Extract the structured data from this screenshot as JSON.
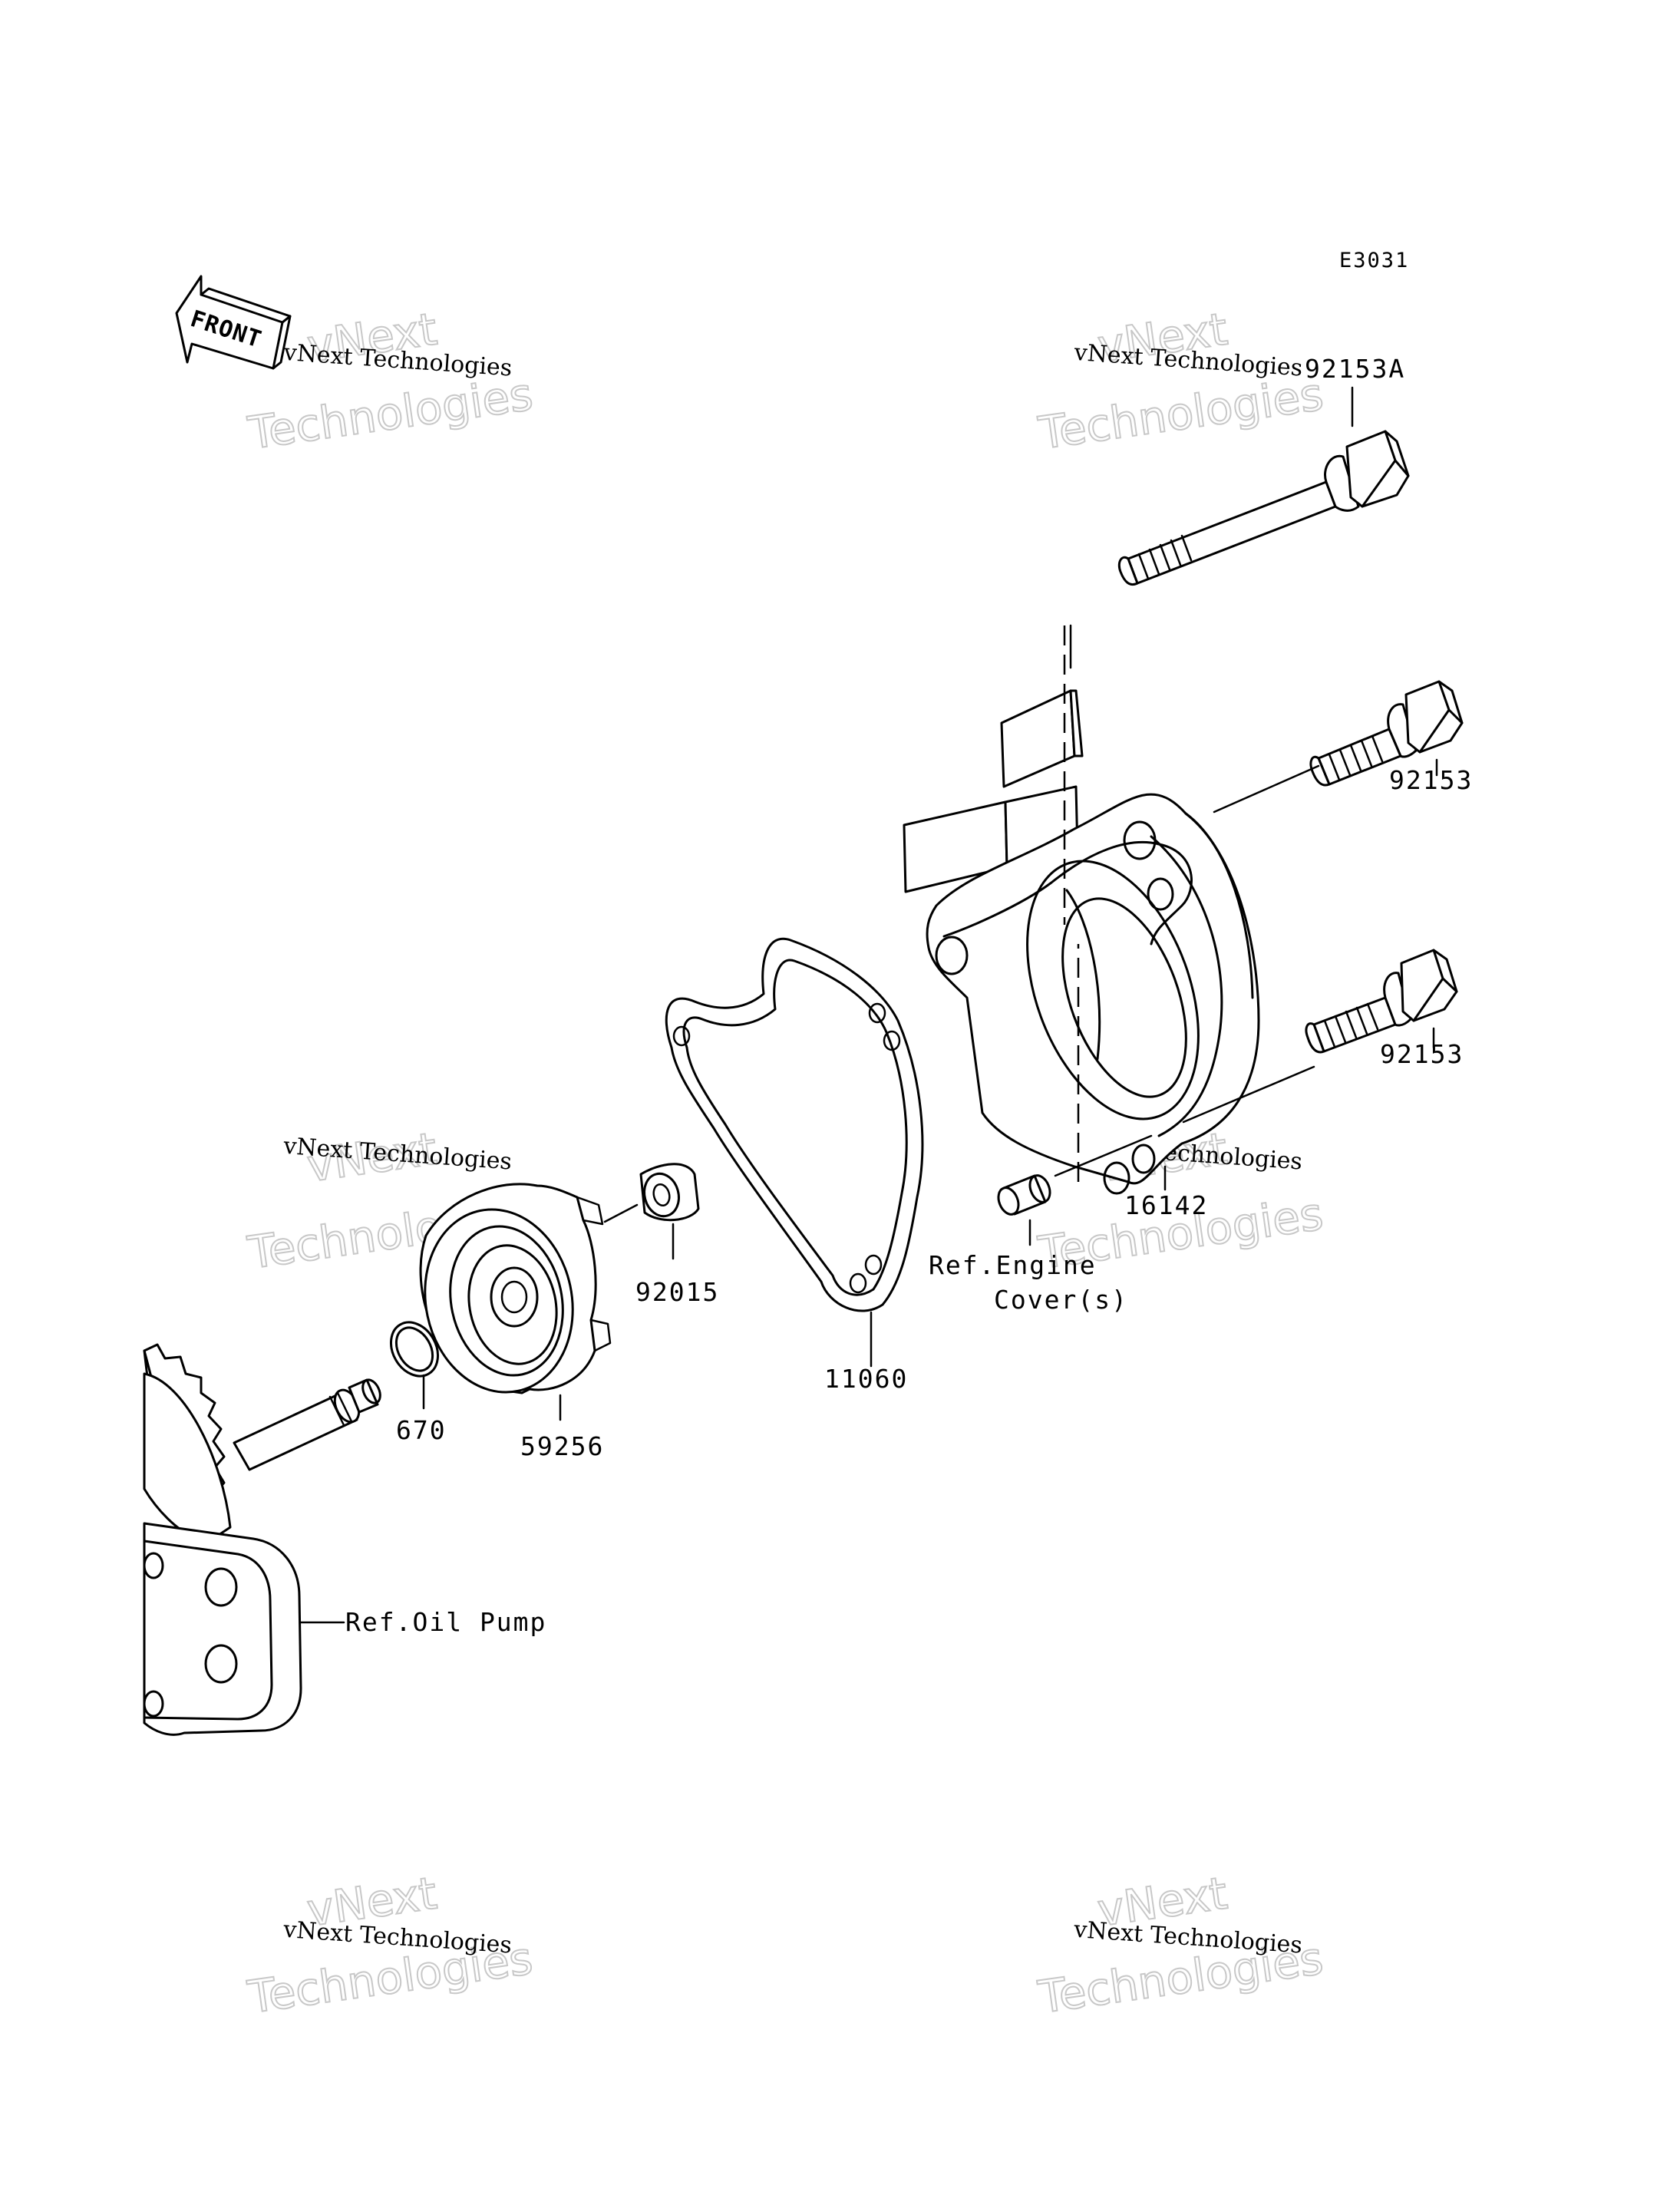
{
  "diagram_code": "E3031",
  "front_arrow": {
    "label": "FRONT",
    "icon": "front-arrow-icon"
  },
  "parts": [
    {
      "number": "92153A"
    },
    {
      "number": "92153"
    },
    {
      "number": "92153"
    },
    {
      "number": "16142"
    },
    {
      "number": "11060"
    },
    {
      "number": "92015"
    },
    {
      "number": "59256"
    },
    {
      "number": "670"
    }
  ],
  "references": {
    "engine_cover_line1": "Ref.Engine",
    "engine_cover_line2": "Cover(s)",
    "oil_pump": "Ref.Oil Pump"
  },
  "watermarks": [
    {
      "small": "vNext Technologies",
      "big_top": "vNext",
      "big_bottom": "Technologies"
    },
    {
      "small": "vNext Technologies",
      "big_top": "vNext",
      "big_bottom": "Technologies"
    },
    {
      "small": "vNext Technologies",
      "big_top": "vNext",
      "big_bottom": "Technologies"
    },
    {
      "small": "vNext Technologies",
      "big_top": "vNext",
      "big_bottom": "Technologies"
    },
    {
      "small": "vNext Technologies",
      "big_top": "vNext",
      "big_bottom": "Technologies"
    },
    {
      "small": "vNext Technologies",
      "big_top": "vNext",
      "big_bottom": "Technologies"
    }
  ]
}
